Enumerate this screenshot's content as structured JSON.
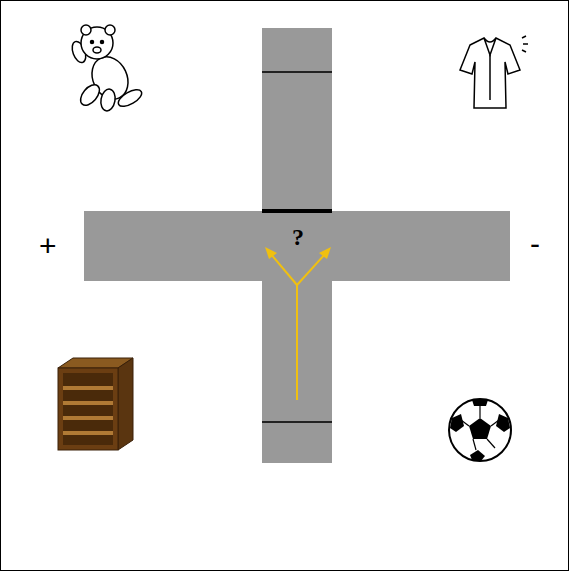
{
  "diagram": {
    "labels": [
      "+",
      "?",
      "-"
    ]
  }
}
